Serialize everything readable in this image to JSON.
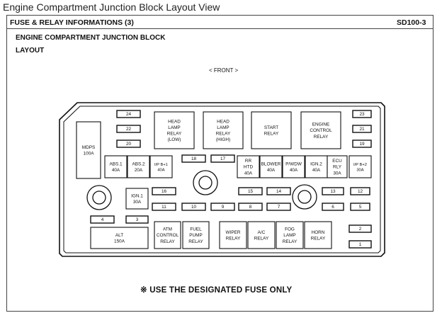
{
  "page_title": "Engine Compartment Junction Block Layout View",
  "header": {
    "left": "FUSE & RELAY INFORMATIONS (3)",
    "right": "SD100-3"
  },
  "section": {
    "title": "ENGINE COMPARTMENT JUNCTION BLOCK",
    "subtitle": "LAYOUT"
  },
  "front_label": "< FRONT >",
  "footnote": "※ USE THE DESIGNATED FUSE ONLY",
  "boxes": {
    "f24": [
      "24"
    ],
    "f22": [
      "22"
    ],
    "f20": [
      "20"
    ],
    "r_head_low": [
      "HEAD",
      "LAMP",
      "RELAY",
      "(LOW)"
    ],
    "r_head_high": [
      "HEAD",
      "LAMP",
      "RELAY",
      "(HIGH)"
    ],
    "r_start": [
      "START",
      "RELAY"
    ],
    "r_engine": [
      "ENGINE",
      "CONTROL",
      "RELAY"
    ],
    "f23": [
      "23"
    ],
    "f21": [
      "21"
    ],
    "f19": [
      "19"
    ],
    "mdps": [
      "MDPS",
      "100A"
    ],
    "abs1": [
      "ABS.1",
      "40A"
    ],
    "abs2": [
      "ABS.2",
      "20A"
    ],
    "ipb1": [
      "I/P B+1",
      "40A"
    ],
    "f18": [
      "18"
    ],
    "f17": [
      "17"
    ],
    "rrhtd": [
      "RR",
      "HTD",
      "40A"
    ],
    "blower": [
      "BLOWER",
      "40A"
    ],
    "pwdw": [
      "P/WDW",
      "40A"
    ],
    "ign2": [
      "IGN.2",
      "40A"
    ],
    "ecurly": [
      "ECU",
      "RLY",
      "30A"
    ],
    "ipb2": [
      "I/P B+2",
      "30A"
    ],
    "ign1": [
      "IGN.1",
      "30A"
    ],
    "f16": [
      "16"
    ],
    "f15": [
      "15"
    ],
    "f14": [
      "14"
    ],
    "f13": [
      "13"
    ],
    "f12": [
      "12"
    ],
    "f11": [
      "11"
    ],
    "f10": [
      "10"
    ],
    "f9": [
      "9"
    ],
    "f8": [
      "8"
    ],
    "f7": [
      "7"
    ],
    "f6": [
      "6"
    ],
    "f5": [
      "5"
    ],
    "f4": [
      "4"
    ],
    "f3": [
      "3"
    ],
    "alt": [
      "ALT",
      "150A"
    ],
    "r_atm": [
      "ATM",
      "CONTROL",
      "RELAY"
    ],
    "r_fuel": [
      "FUEL",
      "PUMP",
      "RELAY"
    ],
    "r_wiper": [
      "WIPER",
      "RELAY"
    ],
    "r_ac": [
      "A/C",
      "RELAY"
    ],
    "r_fog": [
      "FOG",
      "LAMP",
      "RELAY"
    ],
    "r_horn": [
      "HORN",
      "RELAY"
    ],
    "f2": [
      "2"
    ],
    "f1": [
      "1"
    ]
  }
}
